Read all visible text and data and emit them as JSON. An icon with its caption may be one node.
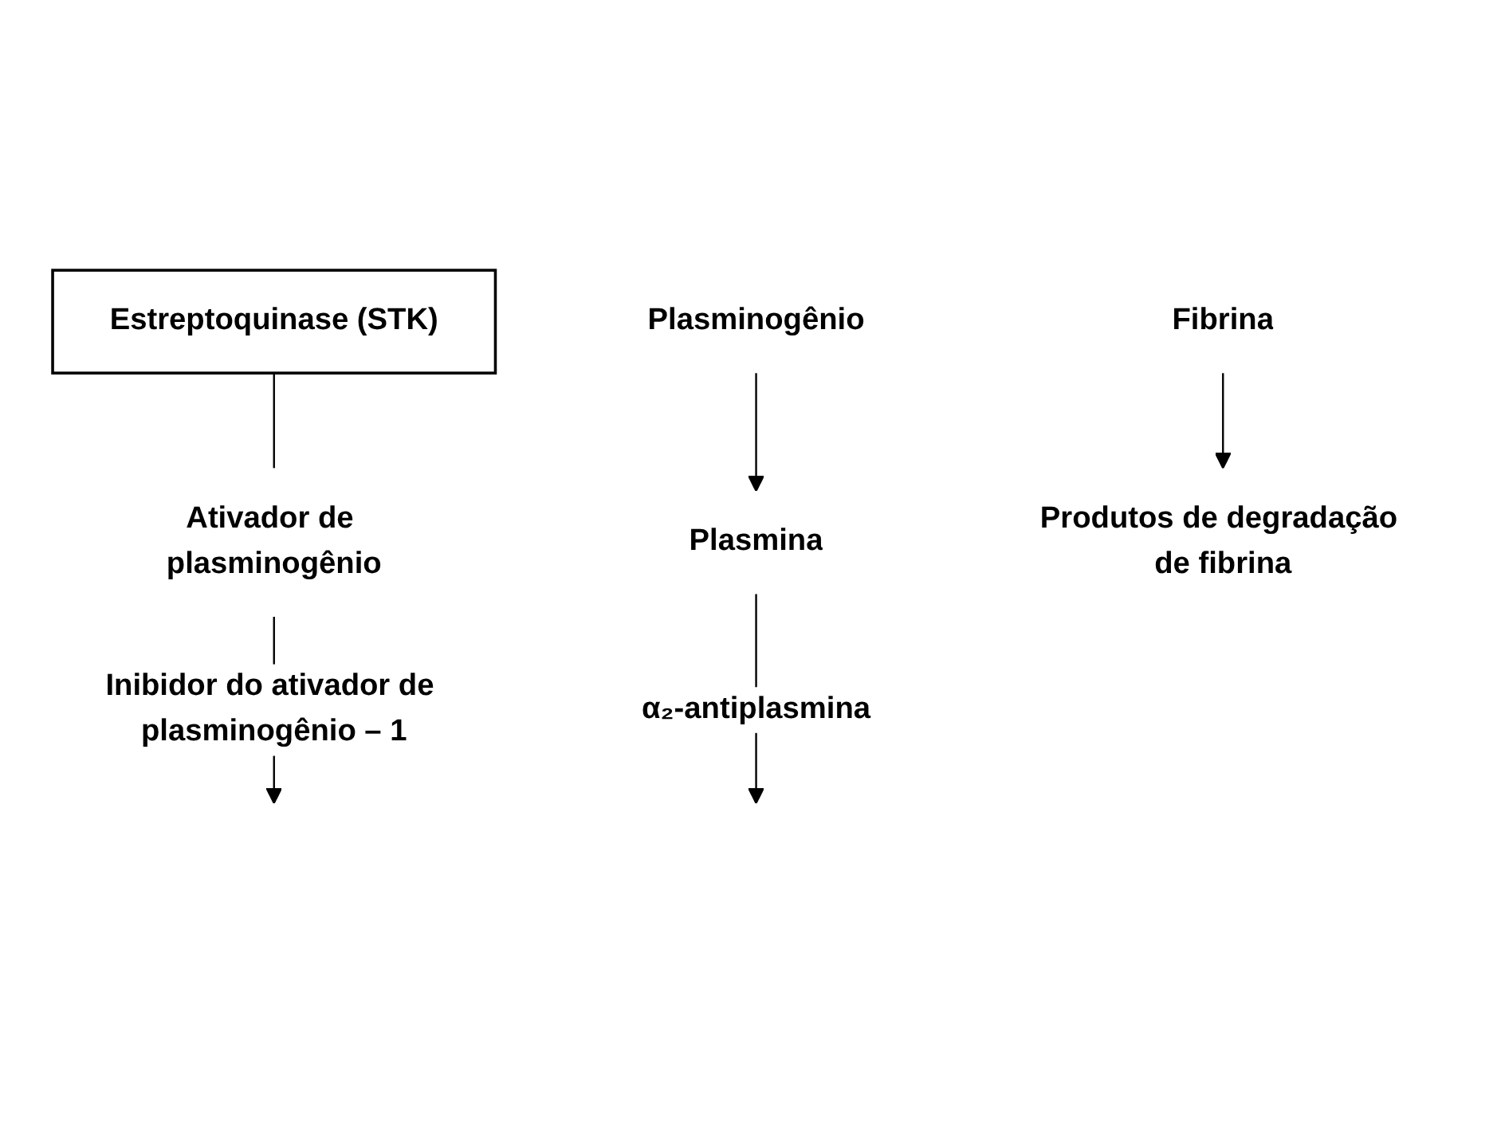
{
  "diagram": {
    "nodes": [
      {
        "text": [
          "Estreptoquinase (STK)"
        ]
      },
      {
        "text": [
          "Ativador de plasminogênio"
        ]
      },
      {
        "text": [
          "Plasminogênio"
        ]
      },
      {
        "text": [
          "Plasmina"
        ]
      },
      {
        "text": [
          "Fibrina"
        ]
      },
      {
        "text": [
          "Produtos de degradação de fibrina"
        ]
      }
    ],
    "edges": [
      {
        "from": 0,
        "to": 1,
        "arrow": "none"
      },
      {
        "from": 1,
        "to": null,
        "arrow": "to",
        "label": "Inibidor do ativador de plasminogênio – 1"
      },
      {
        "from": 2,
        "to": 3,
        "arrow": "to"
      },
      {
        "from": 3,
        "to": null,
        "arrow": "to",
        "label": "α₂-antiplasmina"
      },
      {
        "from": 4,
        "to": 5,
        "arrow": "to"
      }
    ]
  }
}
